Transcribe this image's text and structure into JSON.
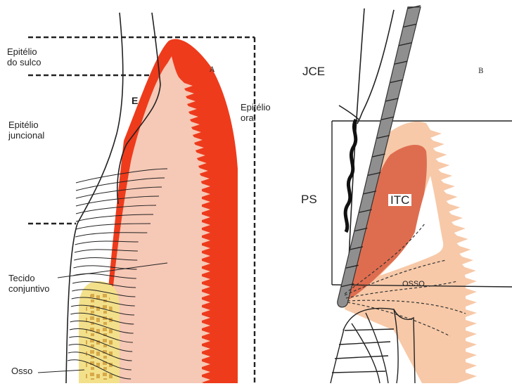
{
  "panel_a": {
    "letter": "A",
    "labels": {
      "sulcular_epithelium": "Epitélio do sulco",
      "e_marker": "E",
      "junctional_epithelium": "Epitélio juncional",
      "oral_epithelium": "Epitélio oral",
      "connective_tissue": "Tecido conjuntivo",
      "bone": "Osso"
    }
  },
  "panel_b": {
    "letter": "B",
    "labels": {
      "cej": "JCE",
      "ps": "PS",
      "itc": "ITC",
      "bone": "OSSO"
    }
  },
  "colors": {
    "epithelium_red": "#ee3b1c",
    "connective_pink": "#f6c8b6",
    "bone_yellow": "#f3e08a",
    "bone_trabecula": "#d7a948",
    "panel_b_outer": "#f7c9a8",
    "panel_b_inner": "#de6d4f",
    "probe_gray": "#8f8f8f"
  }
}
